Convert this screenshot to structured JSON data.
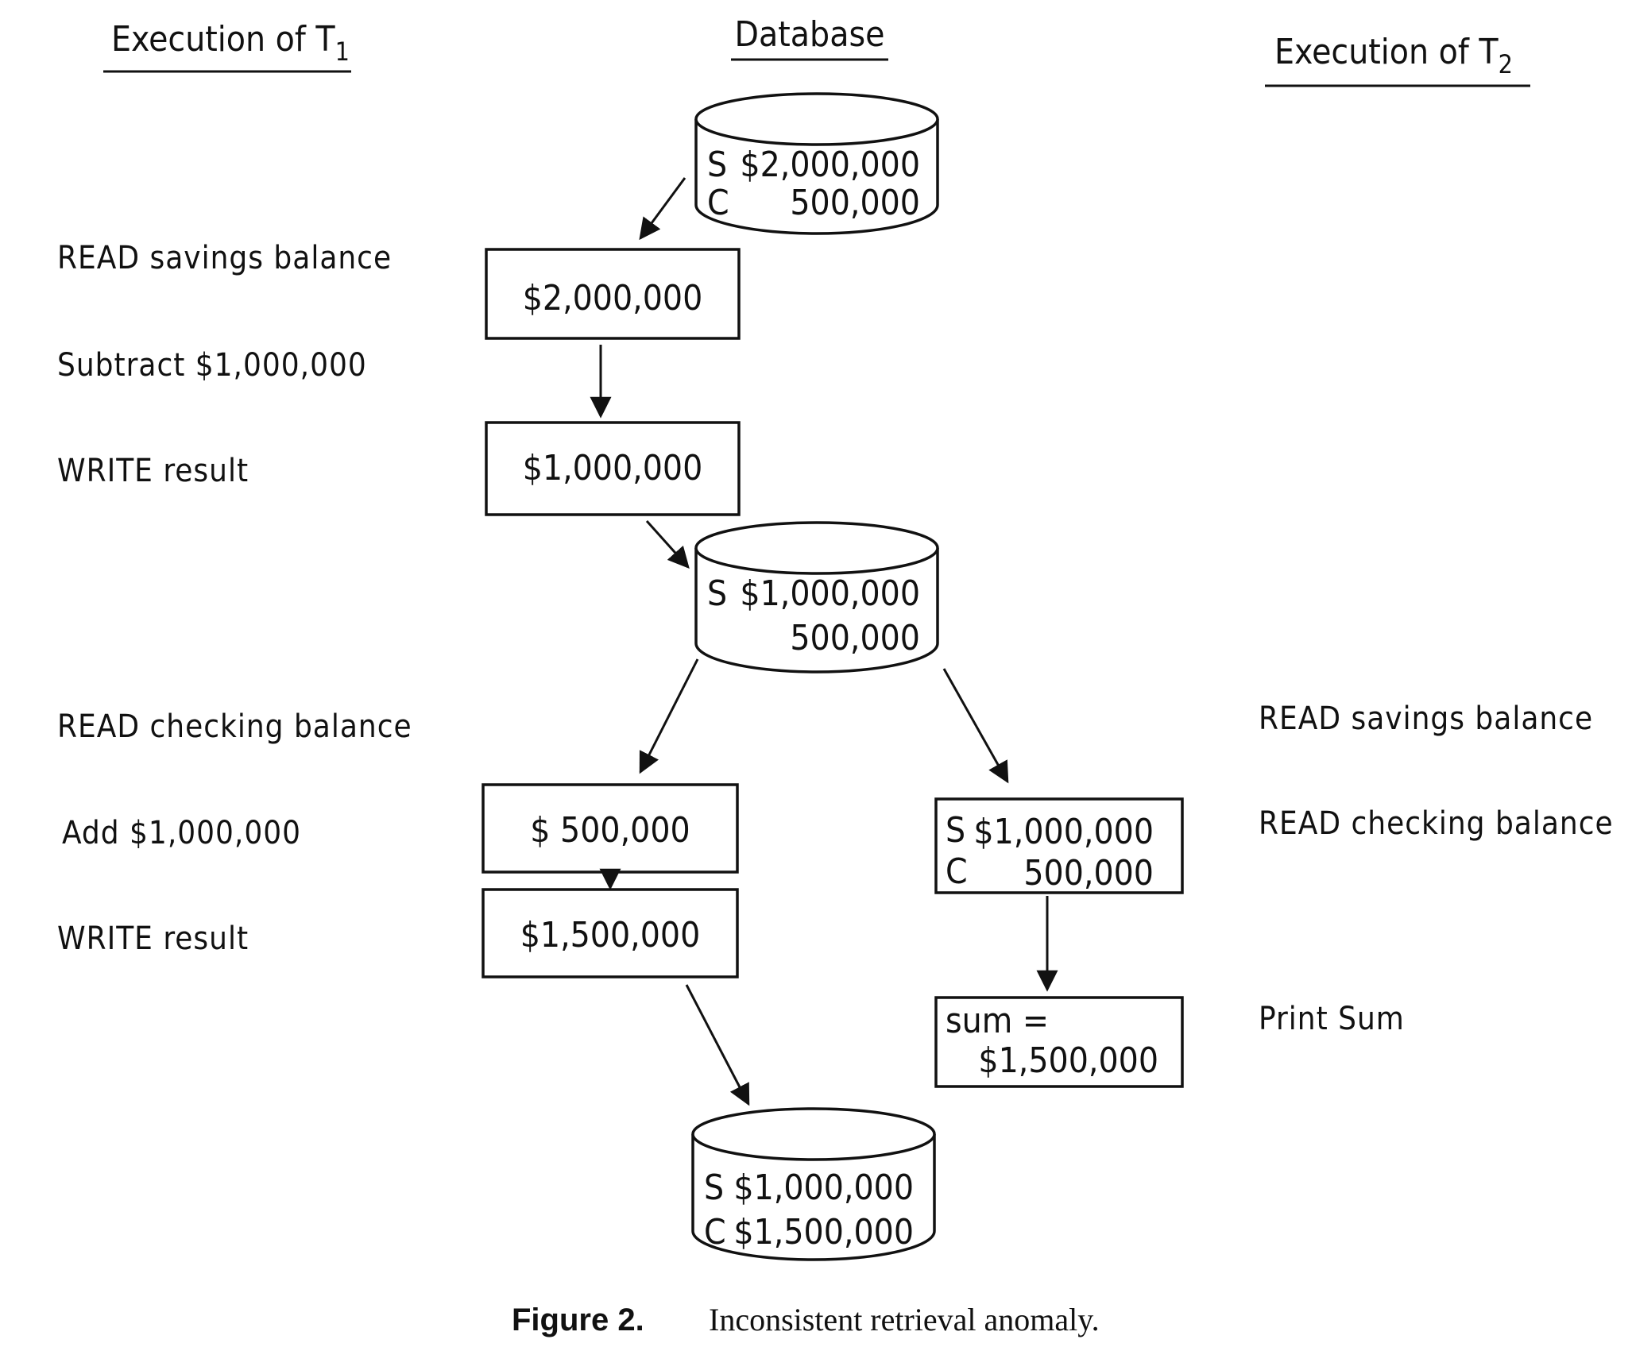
{
  "headers": {
    "t1_title": "Execution of T",
    "t1_sub": "1",
    "db_title": "Database",
    "t2_title": "Execution of T",
    "t2_sub": "2"
  },
  "t1_steps": [
    "READ savings balance",
    "Subtract $1,000,000",
    "WRITE result",
    "READ checking balance",
    "Add $1,000,000",
    "WRITE result"
  ],
  "t2_steps": [
    "READ savings balance",
    "READ checking balance",
    "Print Sum"
  ],
  "databases": [
    {
      "s_label": "S",
      "s_value": "$2,000,000",
      "c_label": "C",
      "c_value": "500,000"
    },
    {
      "s_label": "S",
      "s_value": "$1,000,000",
      "c_label": "",
      "c_value": "500,000"
    },
    {
      "s_label": "S",
      "s_value": "$1,000,000",
      "c_label": "C",
      "c_value": "$1,500,000"
    }
  ],
  "boxes": {
    "read_savings": "$2,000,000",
    "after_subtract": "$1,000,000",
    "read_checking": "$ 500,000",
    "after_add": "$1,500,000",
    "t2_read_s_label": "S",
    "t2_read_s_value": "$1,000,000",
    "t2_read_c_label": "C",
    "t2_read_c_value": "500,000",
    "sum_label": "sum =",
    "sum_value": "$1,500,000"
  },
  "caption": {
    "label": "Figure 2.",
    "text": "Inconsistent retrieval anomaly."
  }
}
